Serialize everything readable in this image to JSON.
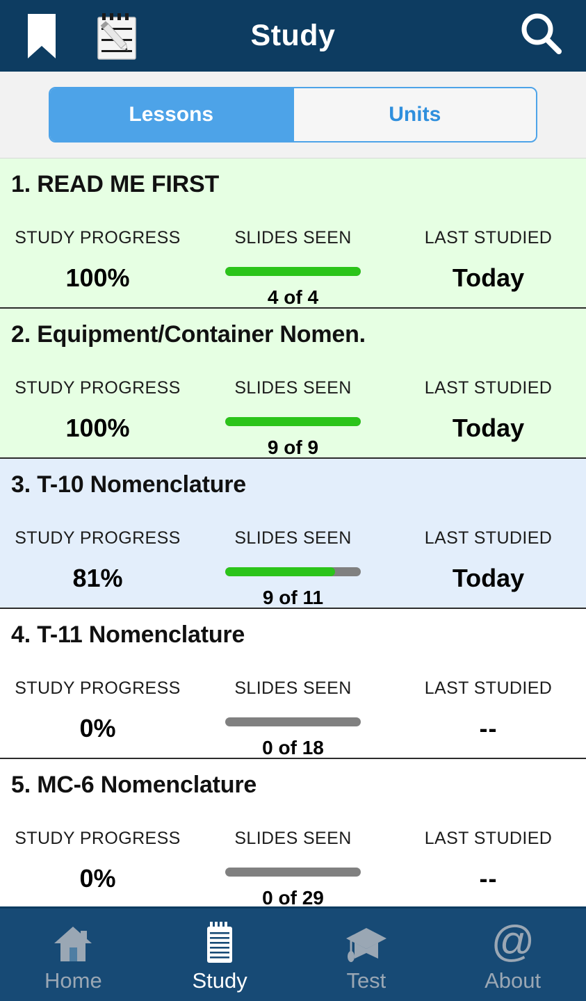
{
  "header": {
    "title": "Study",
    "bookmark_icon": "bookmark-icon",
    "notepad_icon": "notepad-pencil-icon",
    "search_icon": "search-icon",
    "background_color": "#0d3c61"
  },
  "segmented_control": {
    "tabs": [
      {
        "label": "Lessons",
        "active": true
      },
      {
        "label": "Units",
        "active": false
      }
    ],
    "active_color": "#4da3e8",
    "inactive_text_color": "#2f8fdd"
  },
  "column_labels": {
    "progress": "STUDY PROGRESS",
    "slides": "SLIDES SEEN",
    "last": "LAST STUDIED"
  },
  "colors": {
    "row_completed": "#e6ffe3",
    "row_active": "#e3eefb",
    "row_empty": "#ffffff",
    "bar_fill": "#2bc41a",
    "bar_track": "#808080",
    "nav_background": "#174a75"
  },
  "lessons": [
    {
      "title": "1. READ ME FIRST",
      "progress": "100%",
      "progress_pct": 100,
      "slides_seen": "4 of 4",
      "last_studied": "Today",
      "state": "done"
    },
    {
      "title": "2. Equipment/Container Nomen.",
      "progress": "100%",
      "progress_pct": 100,
      "slides_seen": "9 of 9",
      "last_studied": "Today",
      "state": "done"
    },
    {
      "title": "3. T-10 Nomenclature",
      "progress": "81%",
      "progress_pct": 81,
      "slides_seen": "9 of 11",
      "last_studied": "Today",
      "state": "active"
    },
    {
      "title": "4. T-11 Nomenclature",
      "progress": "0%",
      "progress_pct": 0,
      "slides_seen": "0 of 18",
      "last_studied": "--",
      "state": "none"
    },
    {
      "title": "5. MC-6 Nomenclature",
      "progress": "0%",
      "progress_pct": 0,
      "slides_seen": "0 of 29",
      "last_studied": "--",
      "state": "none"
    }
  ],
  "bottom_nav": [
    {
      "label": "Home",
      "icon": "house-icon",
      "active": false
    },
    {
      "label": "Study",
      "icon": "notepad-icon",
      "active": true
    },
    {
      "label": "Test",
      "icon": "graduation-cap-icon",
      "active": false
    },
    {
      "label": "About",
      "icon": "at-sign-icon",
      "active": false
    }
  ]
}
